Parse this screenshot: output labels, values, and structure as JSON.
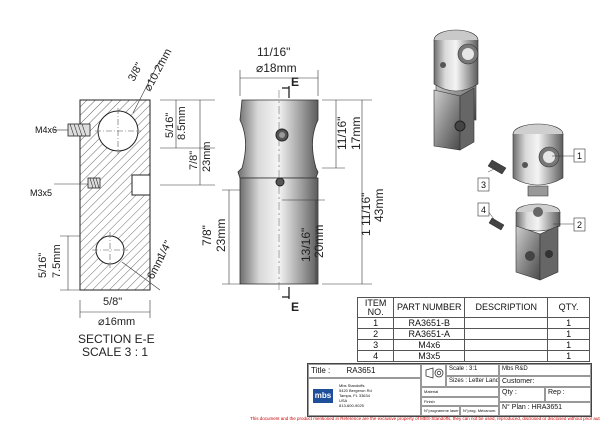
{
  "section": {
    "title": "SECTION E-E",
    "scale": "SCALE 3 : 1",
    "dims": {
      "hole_in": "3/8\"",
      "hole_mm": "⌀10.2mm",
      "h1_in": "5/16\"",
      "h1_mm": "8.5mm",
      "h2_in": "7/8\"",
      "h2_mm": "23mm",
      "low_in": "5/16\"",
      "low_mm": "7.5mm",
      "side_in": "1/4\"",
      "side_mm": "6mm",
      "width_in": "5/8\"",
      "width_mm": "⌀16mm"
    },
    "callouts": {
      "m4": "M4x6",
      "m3": "M3x5"
    }
  },
  "front": {
    "section_marker": "E",
    "dims": {
      "top_in": "11/16\"",
      "top_mm": "⌀18mm",
      "a_in": "11/16\"",
      "a_mm": "17mm",
      "total_in": "1 11/16\"",
      "total_mm": "43mm",
      "b_in": "7/8\"",
      "b_mm": "23mm",
      "c_in": "13/16\"",
      "c_mm": "20mm"
    }
  },
  "explode_labels": [
    "1",
    "2",
    "3",
    "4"
  ],
  "bom": {
    "headers": [
      "ITEM NO.",
      "PART NUMBER",
      "DESCRIPTION",
      "QTY."
    ],
    "rows": [
      {
        "item": "1",
        "part": "RA3651-B",
        "desc": "",
        "qty": "1"
      },
      {
        "item": "2",
        "part": "RA3651-A",
        "desc": "",
        "qty": "1"
      },
      {
        "item": "3",
        "part": "M4x6",
        "desc": "",
        "qty": "1"
      },
      {
        "item": "4",
        "part": "M3x5",
        "desc": "",
        "qty": "1"
      }
    ]
  },
  "titleblock": {
    "title_label": "Title :",
    "title": "RA3651",
    "scale": "Scale : 3:1",
    "sheet": "Sizes : Letter Landscape",
    "mbs": "Mbs R&D",
    "customer": "Customer:",
    "material": "Material",
    "finish": "Finish",
    "prog_laser": "N°programme laser",
    "prog_meca": "N°prog. Mécanum.",
    "qty": "Qty :",
    "rep": "Rep :",
    "plan": "N° Plan : HRA3651",
    "company": "Mbs Standoffs",
    "addr1": "5420 Bergeron Rd",
    "addr2": "Tampa, FL 33634",
    "addr3": "USA",
    "phone": "813-600-9025"
  },
  "footer": "This document and the product mentioned in Reference are the exclusive property of MBS-Standoffs, they can not be used, reproduced, disclosed or disclosed without prior authorization."
}
